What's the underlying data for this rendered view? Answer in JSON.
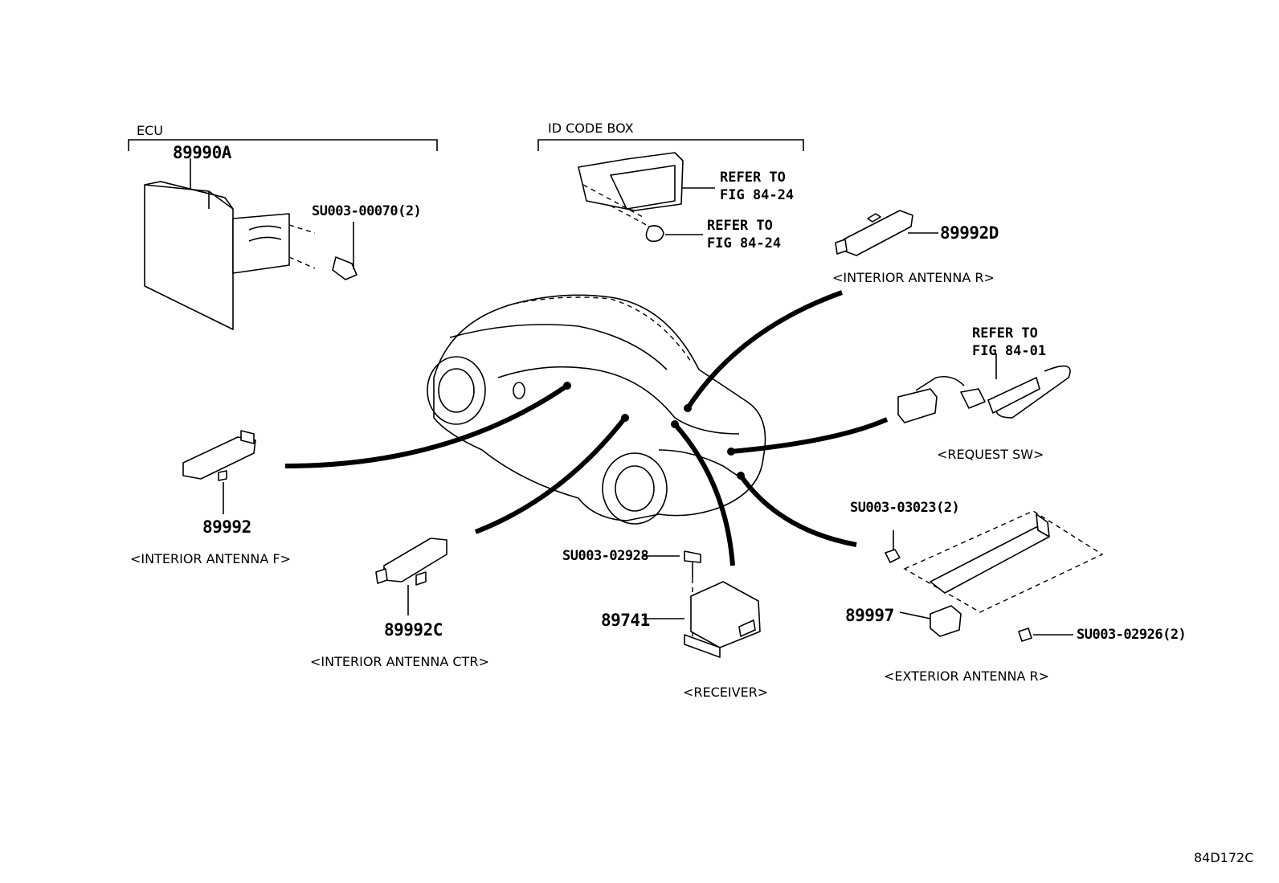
{
  "diagram_id": "84D172C",
  "groups": {
    "ecu": "ECU",
    "id_code_box": "ID CODE BOX"
  },
  "parts": {
    "ecu_unit": "89990A",
    "ecu_bolt": "SU003-00070(2)",
    "interior_antenna_r": "89992D",
    "interior_antenna_f": "89992",
    "interior_antenna_ctr": "89992C",
    "receiver_bolt": "SU003-02928",
    "receiver": "89741",
    "ext_antenna_nut": "SU003-03023(2)",
    "ext_antenna": "89997",
    "ext_antenna_screw": "SU003-02926(2)"
  },
  "refs": {
    "id_box_bracket": "REFER TO\nFIG 84-24",
    "id_box_nut": "REFER TO\nFIG 84-24",
    "request_sw": "REFER TO\nFIG 84-01"
  },
  "captions": {
    "interior_antenna_r": "<INTERIOR ANTENNA R>",
    "request_sw": "<REQUEST SW>",
    "interior_antenna_f": "<INTERIOR ANTENNA F>",
    "interior_antenna_ctr": "<INTERIOR ANTENNA CTR>",
    "receiver": "<RECEIVER>",
    "exterior_antenna_r": "<EXTERIOR ANTENNA R>"
  }
}
